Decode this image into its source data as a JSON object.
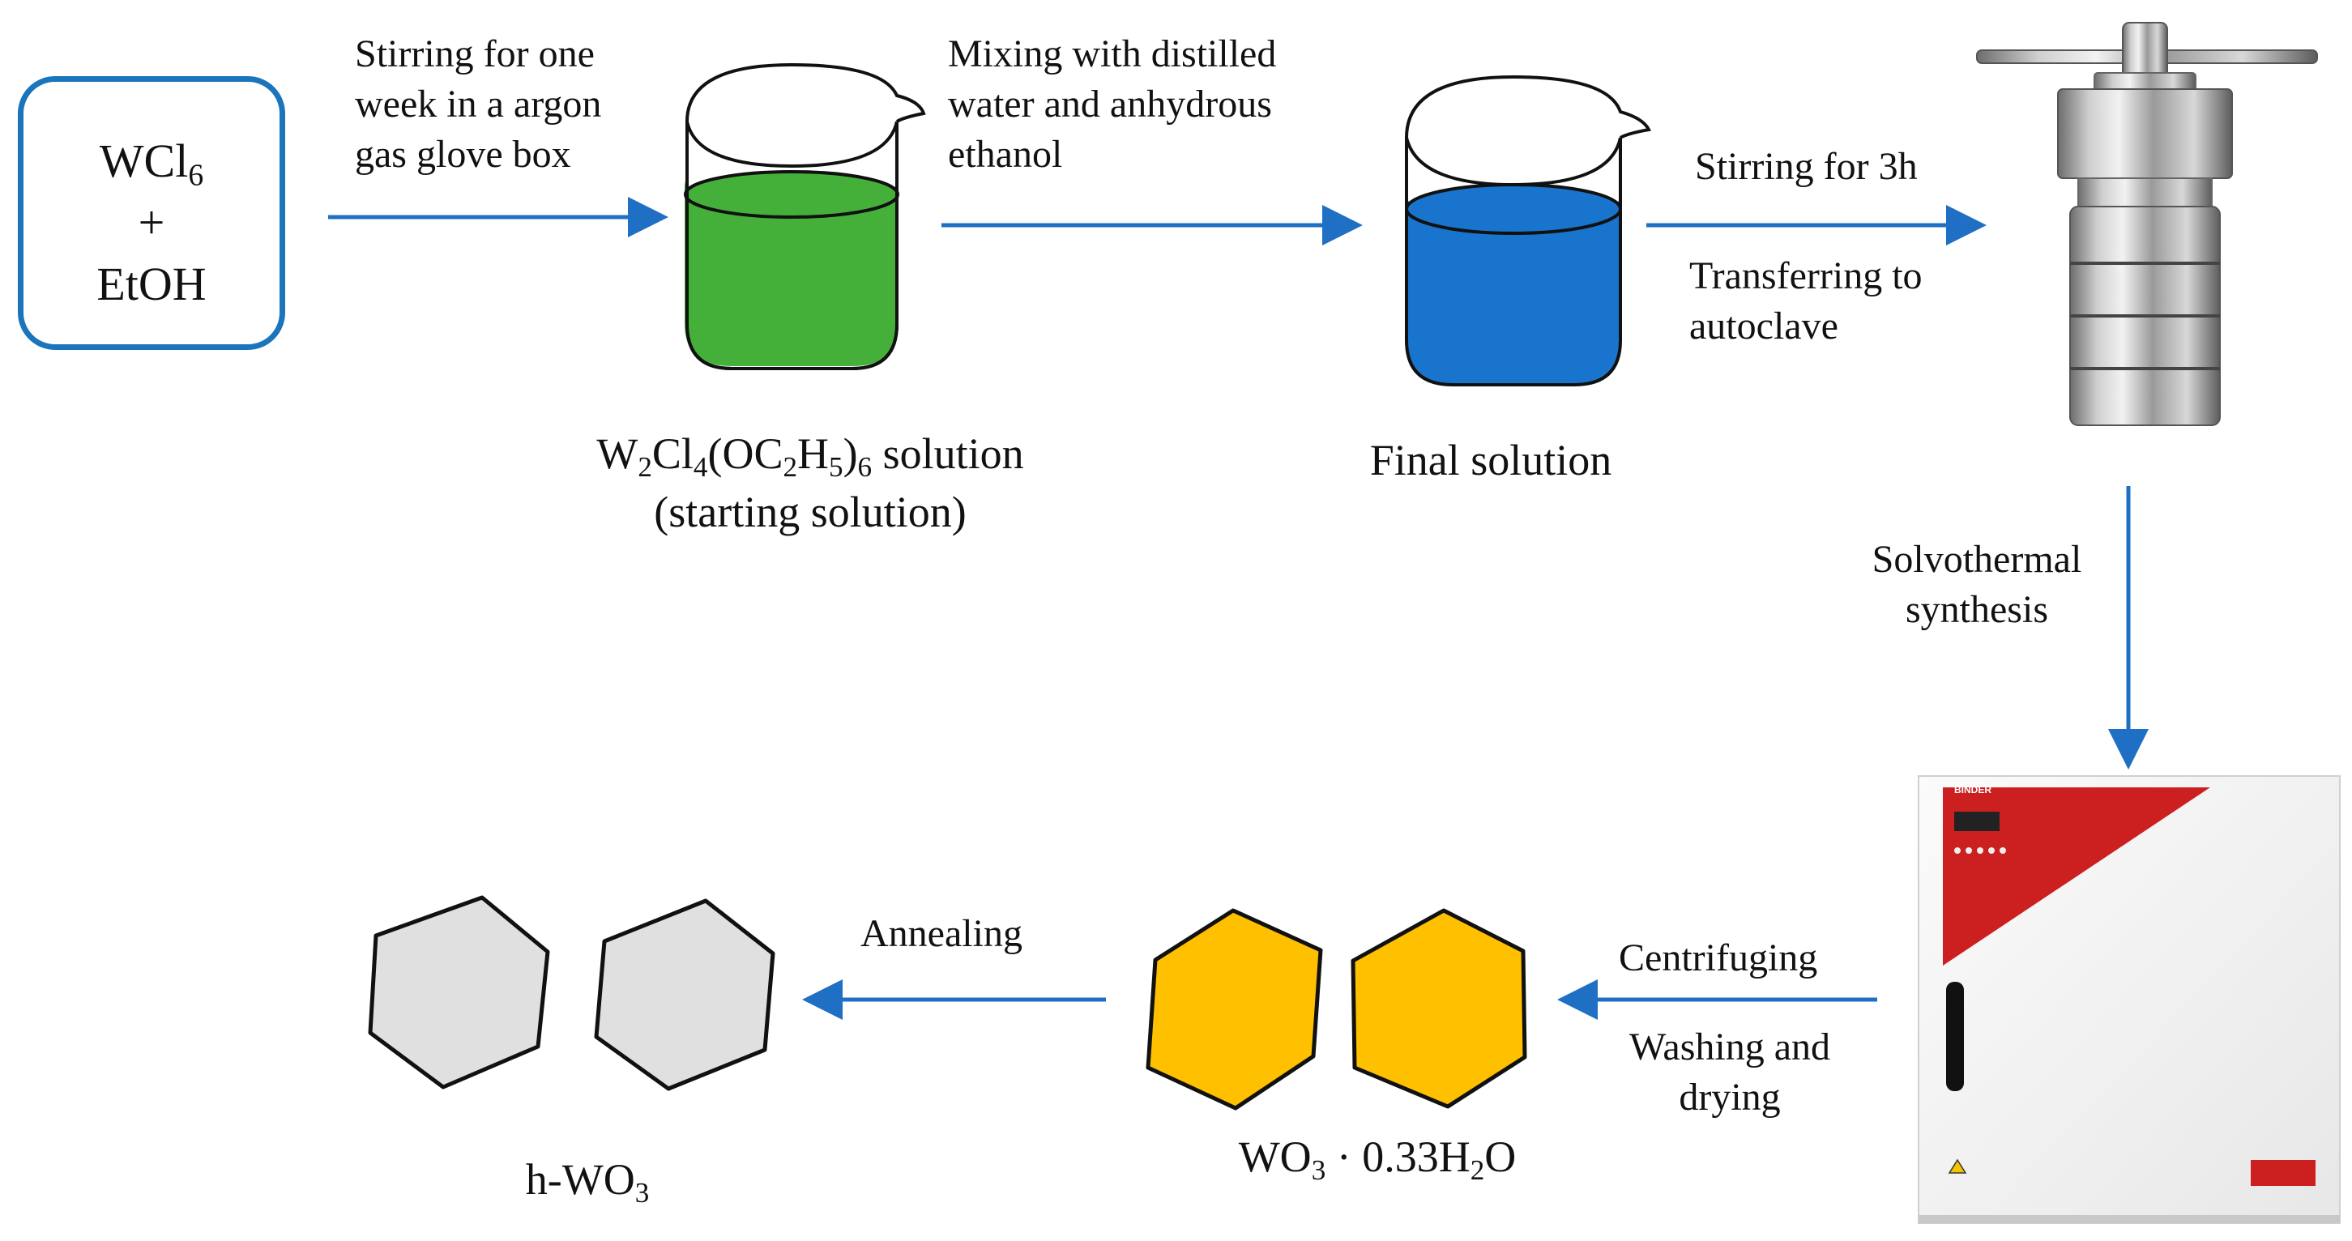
{
  "start_box": {
    "line1": "WCl",
    "line1_sub": "6",
    "line2": "+",
    "line3": "EtOH"
  },
  "steps": {
    "step1": [
      "Stirring for one",
      "week in a argon",
      "gas glove box"
    ],
    "step2": [
      "Mixing with  distilled",
      "water and anhydrous",
      "ethanol"
    ],
    "step3_top": "Stirring  for 3h",
    "step3_bottom": [
      "Transferring  to",
      "autoclave"
    ],
    "step4": [
      "Solvothermal",
      "synthesis"
    ],
    "step5_top": "Centrifuging",
    "step5_bottom": [
      "Washing  and",
      "drying"
    ],
    "step6": "Annealing"
  },
  "labels": {
    "starting_solution": {
      "parts": [
        "W",
        "2",
        "Cl",
        "4",
        "(OC",
        "2",
        "H",
        "5",
        ")",
        "6",
        " solution"
      ],
      "line2": "(starting solution)"
    },
    "final_solution": "Final solution",
    "hydrate": {
      "parts": [
        "WO",
        "3",
        " · 0.33H",
        "2",
        "O"
      ]
    },
    "product": {
      "parts": [
        "h-WO",
        "3"
      ]
    }
  },
  "oven_brand": "BINDER",
  "colors": {
    "arrow": "#1f6fc4",
    "box_border": "#1b75bc",
    "green_liquid": "#44b03a",
    "blue_liquid": "#1874cd",
    "yellow_hex": "#ffc000",
    "gray_hex": "#e0e0e0",
    "oven_red": "#cc1f1f"
  }
}
